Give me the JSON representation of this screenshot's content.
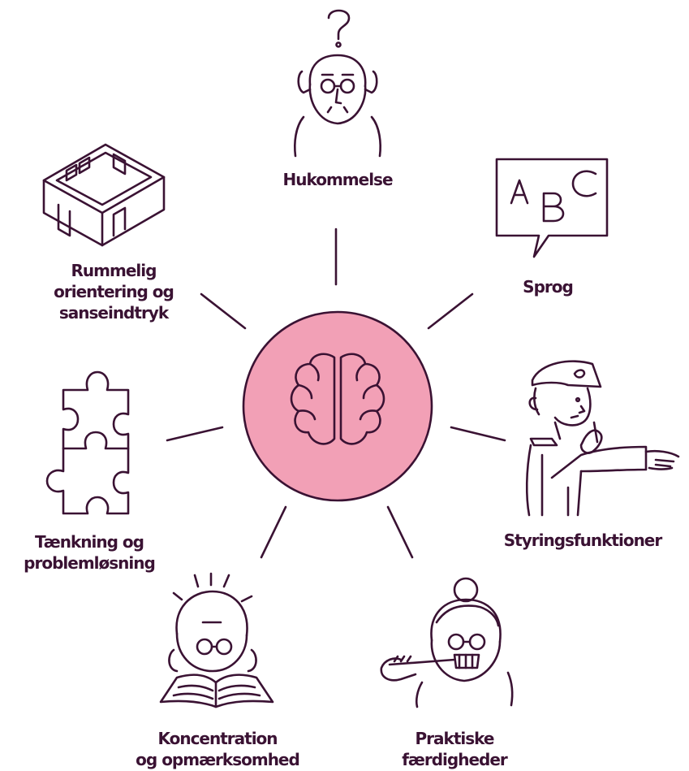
{
  "colors": {
    "ink": "#3a1233",
    "center_fill": "#f2a0b6",
    "background": "#ffffff"
  },
  "center": {
    "icon": "brain-icon"
  },
  "domains": [
    {
      "id": "memory",
      "icon": "elderly-man-question-icon",
      "lines": [
        "Hukommelse"
      ]
    },
    {
      "id": "language",
      "icon": "speech-bubble-abc-icon",
      "lines": [
        "Sprog"
      ]
    },
    {
      "id": "executive",
      "icon": "police-officer-pointing-icon",
      "lines": [
        "Styringsfunktioner"
      ]
    },
    {
      "id": "practical",
      "icon": "elderly-woman-toothbrush-icon",
      "lines": [
        "Praktiske",
        "færdigheder"
      ]
    },
    {
      "id": "concentration",
      "icon": "man-reading-book-icon",
      "lines": [
        "Koncentration",
        "og opmærksomhed"
      ]
    },
    {
      "id": "thinking",
      "icon": "puzzle-pieces-icon",
      "lines": [
        "Tænkning og",
        "problemløsning"
      ]
    },
    {
      "id": "spatial",
      "icon": "room-3d-icon",
      "lines": [
        "Rummelig",
        "orientering og",
        "sanseindtryk"
      ]
    }
  ]
}
